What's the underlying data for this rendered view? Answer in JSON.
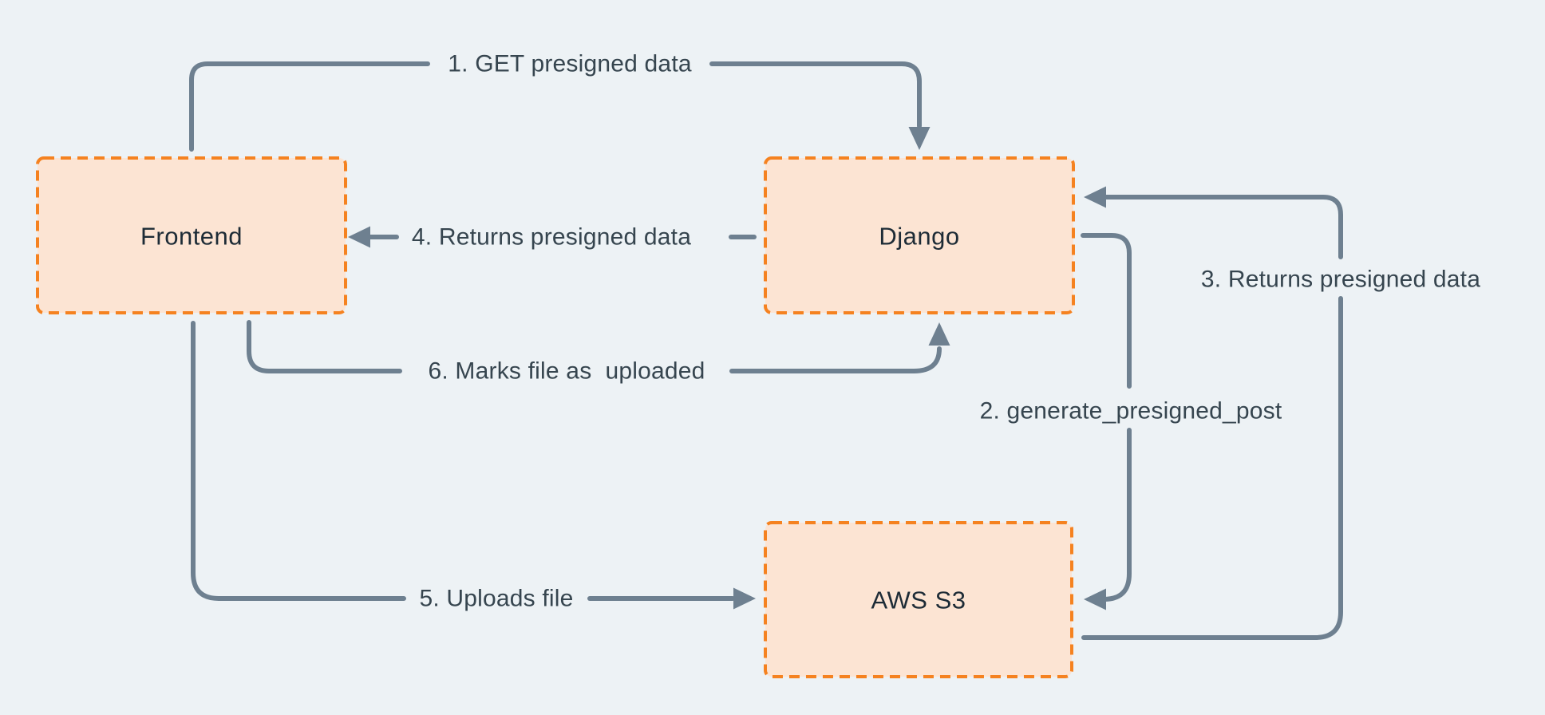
{
  "diagram": {
    "nodes": [
      {
        "id": "frontend",
        "label": "Frontend"
      },
      {
        "id": "django",
        "label": "Django"
      },
      {
        "id": "aws-s3",
        "label": "AWS S3"
      }
    ],
    "edges": [
      {
        "label": "1. GET presigned data",
        "from": "Frontend",
        "to": "Django"
      },
      {
        "label": "2. generate_presigned_post",
        "from": "Django",
        "to": "AWS S3"
      },
      {
        "label": "3. Returns presigned data",
        "from": "AWS S3",
        "to": "Django"
      },
      {
        "label": "4. Returns presigned data",
        "from": "Django",
        "to": "Frontend"
      },
      {
        "label": "5. Uploads file",
        "from": "Frontend",
        "to": "AWS S3"
      },
      {
        "label": "6. Marks file as  uploaded",
        "from": "Frontend",
        "to": "Django"
      }
    ],
    "colors": {
      "background": "#edf2f5",
      "node_fill": "#fce4d3",
      "node_border": "#f58220",
      "node_text": "#1d2b36",
      "arrow": "#6e8090",
      "edge_text": "#36454f"
    }
  }
}
